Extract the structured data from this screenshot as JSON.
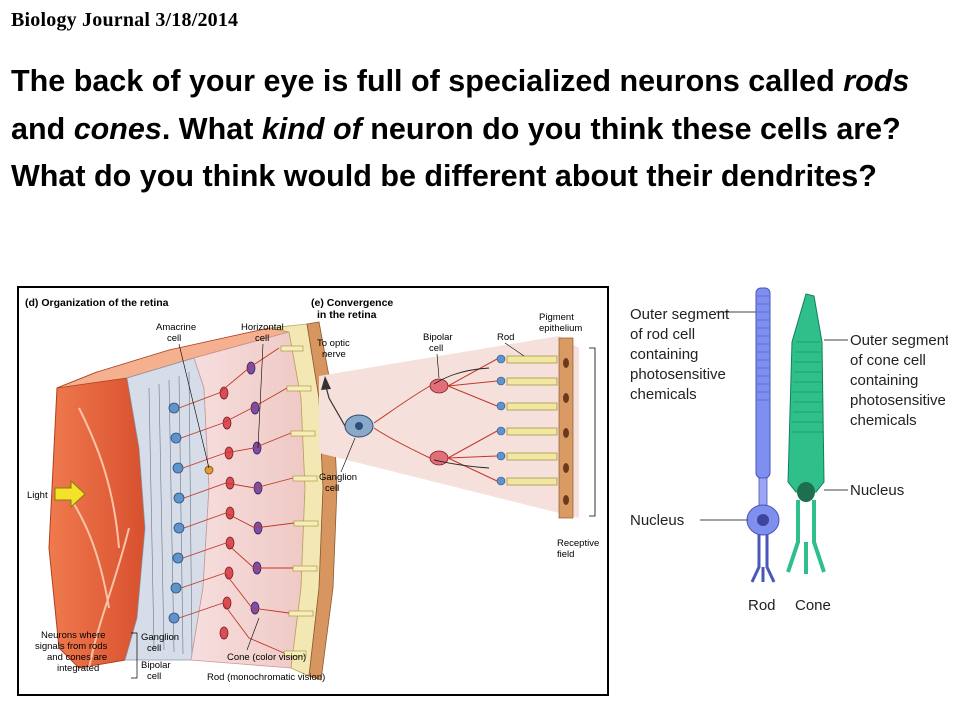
{
  "header": {
    "title": "Biology Journal 3/18/2014"
  },
  "question": {
    "part1": "The back of your eye is full of specialized neurons called ",
    "rods": "rods",
    "and": " and ",
    "cones": "cones",
    "part2": ".  What ",
    "kind_of": "kind of",
    "part3": " neuron do you think these cells are?  What do you think would be different about their dendrites?"
  },
  "figure_left": {
    "panel_d_title": "(d) Organization of the retina",
    "panel_e_title_1": "(e) Convergence",
    "panel_e_title_2": "in the retina",
    "amacrine_1": "Amacrine",
    "amacrine_2": "cell",
    "horizontal_1": "Horizontal",
    "horizontal_2": "cell",
    "to_optic_1": "To optic",
    "to_optic_2": "nerve",
    "bipolar_1": "Bipolar",
    "bipolar_2": "cell",
    "rod": "Rod",
    "pigment_1": "Pigment",
    "pigment_2": "epithelium",
    "ganglion_1": "Ganglion",
    "ganglion_2": "cell",
    "light": "Light",
    "receptive_1": "Receptive",
    "receptive_2": "field",
    "neurons_1": "Neurons where",
    "neurons_2": "signals from rods",
    "neurons_3": "and cones are",
    "neurons_4": "integrated",
    "bottom_ganglion_1": "Ganglion",
    "bottom_ganglion_2": "cell",
    "bottom_bipolar_1": "Bipolar",
    "bottom_bipolar_2": "cell",
    "cone_vision": "Cone (color vision)",
    "rod_vision": "Rod (monochromatic vision)"
  },
  "figure_right": {
    "rod_outer_1": "Outer segment",
    "rod_outer_2": "of rod cell",
    "rod_outer_3": "containing",
    "rod_outer_4": "photosensitive",
    "rod_outer_5": "chemicals",
    "cone_outer_1": "Outer segment",
    "cone_outer_2": "of cone cell",
    "cone_outer_3": "containing",
    "cone_outer_4": "photosensitive",
    "cone_outer_5": "chemicals",
    "nucleus_left": "Nucleus",
    "nucleus_right": "Nucleus",
    "rod": "Rod",
    "cone": "Cone"
  },
  "colors": {
    "rod_blue": "#7f8ff0",
    "cone_green": "#2fbf8a",
    "retina_orange": "#e8623a",
    "light_arrow": "#f3e12a",
    "receptor_yellow": "#f2e5a0",
    "neuron_red": "#d9474e",
    "neuron_blue": "#5c8fc9",
    "neuron_purple": "#7a4fa8",
    "pigment_brown": "#c98a55"
  }
}
